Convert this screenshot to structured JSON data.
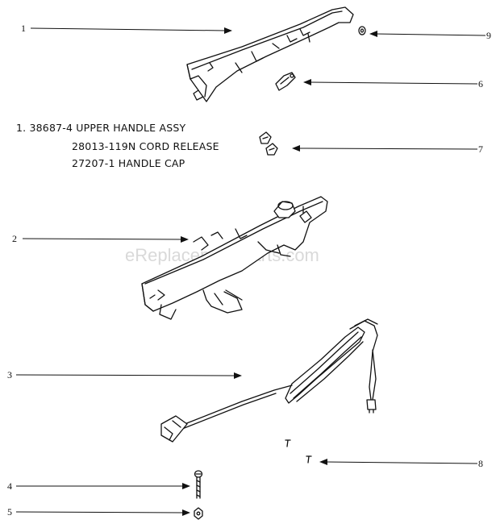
{
  "watermark": "eReplacementParts.com",
  "callouts": [
    {
      "id": "1",
      "label": "1"
    },
    {
      "id": "2",
      "label": "2"
    },
    {
      "id": "3",
      "label": "3"
    },
    {
      "id": "4",
      "label": "4"
    },
    {
      "id": "5",
      "label": "5"
    },
    {
      "id": "6",
      "label": "6"
    },
    {
      "id": "7",
      "label": "7"
    },
    {
      "id": "8",
      "label": "8"
    },
    {
      "id": "9",
      "label": "9"
    }
  ],
  "parts_list": [
    {
      "text": "1. 38687-4 UPPER HANDLE ASSY"
    },
    {
      "text": "28013-119N CORD RELEASE"
    },
    {
      "text": "27207-1 HANDLE CAP"
    }
  ]
}
